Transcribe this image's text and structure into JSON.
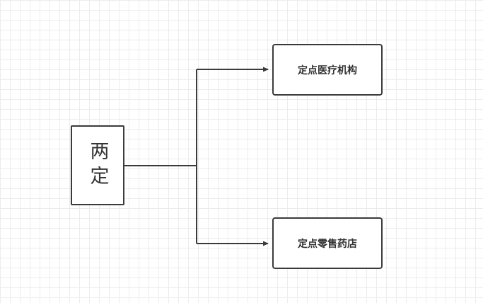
{
  "diagram": {
    "root": {
      "label": "两定"
    },
    "branches": [
      {
        "label": "定点医疗机构"
      },
      {
        "label": "定点零售药店"
      }
    ]
  },
  "colors": {
    "line": "#3b3b3b",
    "box_border": "#3b3b3b",
    "text": "#333333",
    "grid": "#ececec",
    "background": "#ffffff"
  }
}
